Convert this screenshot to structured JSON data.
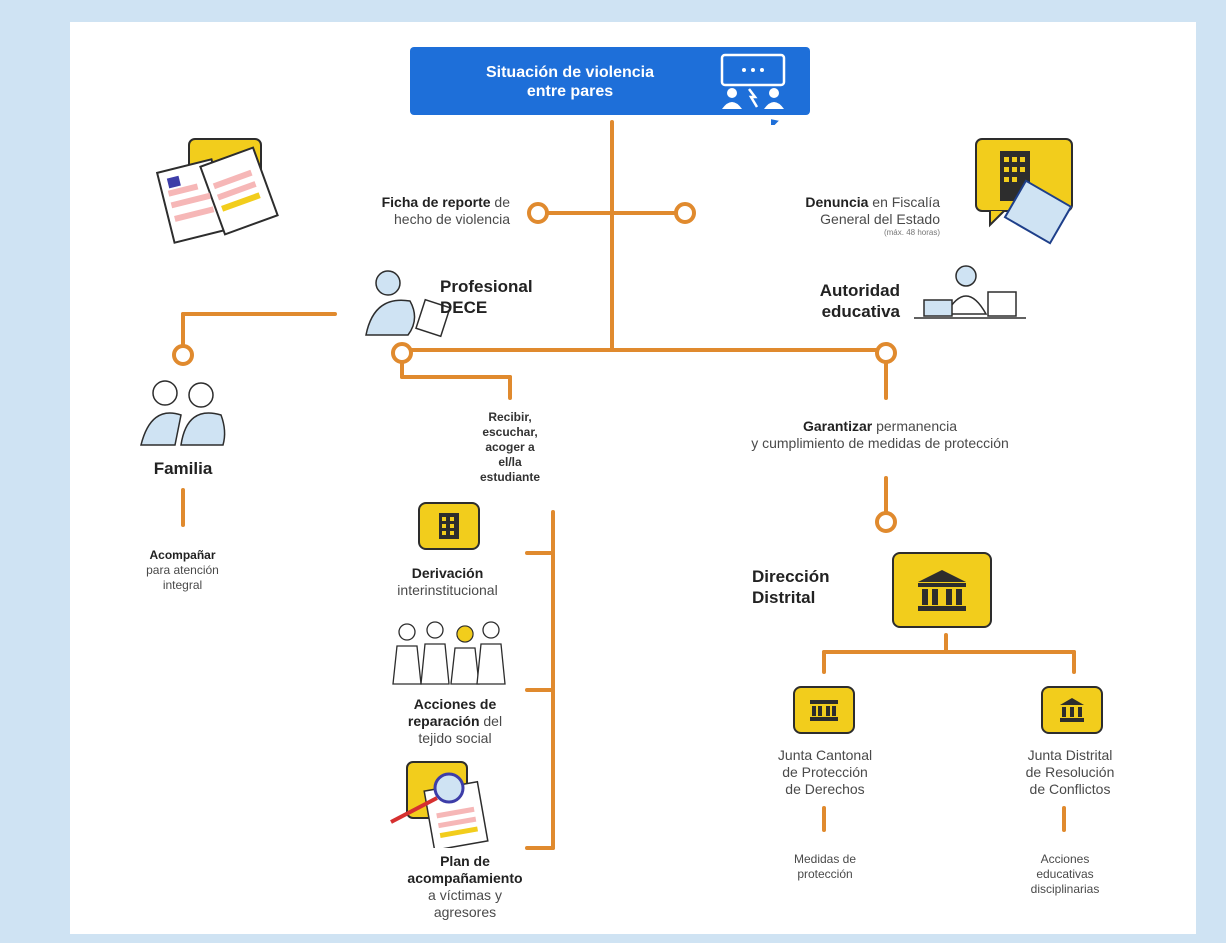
{
  "banner": {
    "line1": "Situación de violencia",
    "line2": "entre pares"
  },
  "ficha": {
    "bold": "Ficha de reporte",
    "rest1": " de",
    "line2": "hecho de violencia"
  },
  "denuncia": {
    "bold": "Denuncia",
    "rest1": " en Fiscalía",
    "line2": "General del Estado",
    "note": "(máx. 48 horas)"
  },
  "profesional": {
    "line1": "Profesional",
    "line2": "DECE"
  },
  "autoridad": {
    "line1": "Autoridad",
    "line2": "educativa"
  },
  "familia": {
    "title": "Familia",
    "bold": "Acompañar",
    "line2": "para atención",
    "line3": "integral"
  },
  "recibir": {
    "l1": "Recibir,",
    "l2": "escuchar,",
    "l3": "acoger a",
    "l4": "el/la",
    "l5": "estudiante"
  },
  "garantizar": {
    "bold": "Garantizar",
    "rest1": " permanencia",
    "line2": "y cumplimiento de medidas de protección"
  },
  "derivacion": {
    "bold": "Derivación",
    "line2": "interinstitucional"
  },
  "acciones": {
    "l1": "Acciones de",
    "bold2": "reparación",
    "rest2": " del",
    "l3": "tejido social"
  },
  "plan": {
    "l1": "Plan de",
    "l2": "acompañamiento",
    "l3": "a víctimas y",
    "l4": "agresores"
  },
  "direccion": {
    "line1": "Dirección",
    "line2": "Distrital"
  },
  "junta_cantonal": {
    "l1": "Junta Cantonal",
    "l2": "de Protección",
    "l3": "de Derechos",
    "out1": "Medidas de",
    "out2": "protección"
  },
  "junta_distrital": {
    "l1": "Junta Distrital",
    "l2": "de Resolución",
    "l3": "de Conflictos",
    "out1": "Acciones",
    "out2": "educativas",
    "out3": "disciplinarias"
  },
  "colors": {
    "accent": "#e08a2e",
    "banner": "#1e6fd9",
    "yellow": "#f2cd1c",
    "background": "#cfe3f3"
  }
}
